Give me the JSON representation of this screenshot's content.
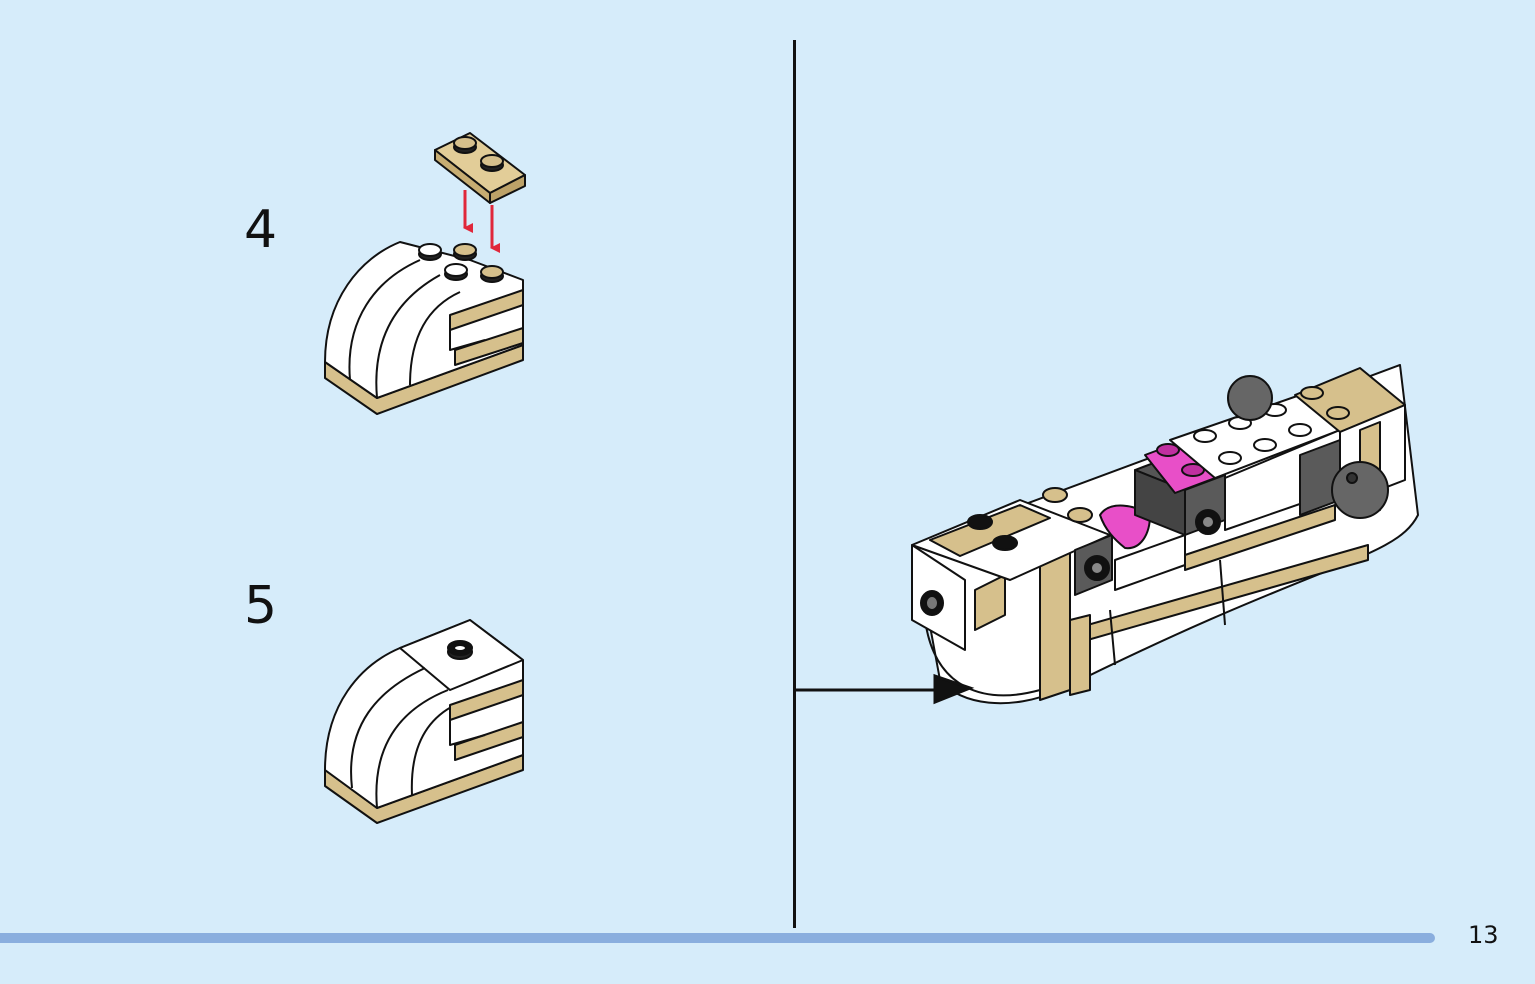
{
  "steps": [
    {
      "number": "4",
      "description_icon": "add-tan-plate-icon"
    },
    {
      "number": "5",
      "description_icon": "assembled-bow-icon"
    }
  ],
  "page": {
    "number": "13"
  },
  "colors": {
    "background": "#d6ecfa",
    "tan": "#d6c08c",
    "white_brick": "#ffffff",
    "dark_gray": "#5a5a5a",
    "magenta": "#e84fc8",
    "arrow_red": "#e0273a",
    "progress_bar": "#8aaede"
  }
}
